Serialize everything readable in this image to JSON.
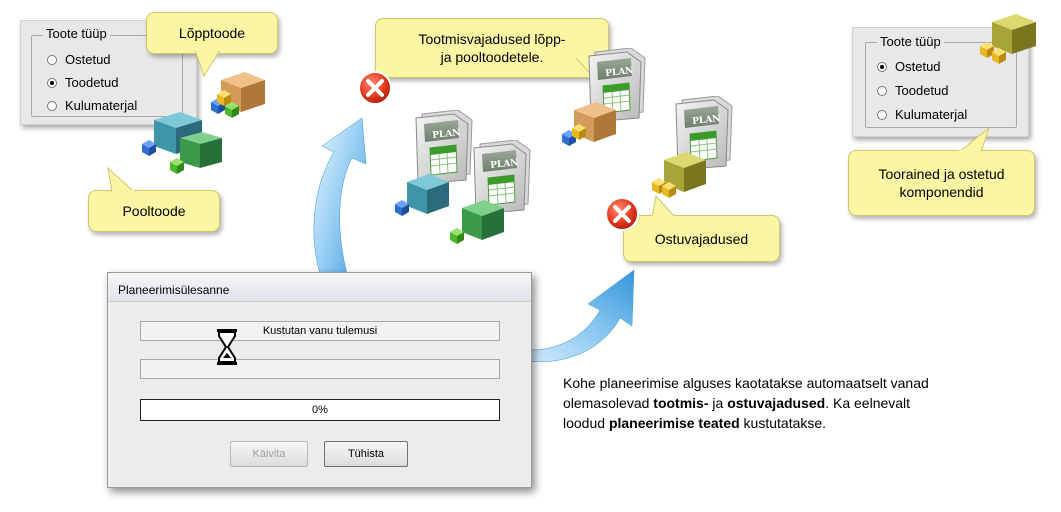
{
  "left_group": {
    "title": "Toote tüüp",
    "options": [
      {
        "label": "Ostetud",
        "selected": false
      },
      {
        "label": "Toodetud",
        "selected": true
      },
      {
        "label": "Kulumaterjal",
        "selected": false
      }
    ]
  },
  "right_group": {
    "title": "Toote tüüp",
    "options": [
      {
        "label": "Ostetud",
        "selected": true
      },
      {
        "label": "Toodetud",
        "selected": false
      },
      {
        "label": "Kulumaterjal",
        "selected": false
      }
    ]
  },
  "callouts": {
    "final_product": "Lõpptoode",
    "semi_product": "Pooltoode",
    "production_needs_line1": "Tootmisvajadused lõpp-",
    "production_needs_line2": "ja pooltoodetele.",
    "purchase_needs": "Ostuvajadused",
    "raw_materials_line1": "Toorained ja ostetud",
    "raw_materials_line2": "komponendid"
  },
  "plan_label": "PLAN",
  "dialog": {
    "title": "Planeerimisülesanne",
    "status_text": "Kustutan vanu tulemusi",
    "progress_text": "0%",
    "progress": 0,
    "start_button": "Käivita",
    "cancel_button": "Tühista"
  },
  "description": {
    "line1": "Kohe planeerimise alguses kaotatakse automaatselt vanad",
    "line2_a": "olemasolevad ",
    "line2_b": "tootmis-",
    "line2_c": " ja ",
    "line2_d": "ostuvajadused",
    "line2_e": ". Ka eelnevalt",
    "line3_a": "loodud ",
    "line3_b": "planeerimise teated",
    "line3_c": " kustutatakse."
  },
  "colors": {
    "callout_bg": "#fbf6a3",
    "arrow_blue": "#3aa0e0",
    "error_red": "#d93020",
    "box_teal": "#3f95a8",
    "box_green": "#3a9a4a",
    "box_tan": "#d49a5a",
    "box_olive": "#a8a43a",
    "cube_blue": "#2f6fd0",
    "cube_green": "#4cb82a",
    "cube_yellow": "#e8b820"
  },
  "icons": [
    "radio-icon",
    "cube-box-icon",
    "plan-document-icon",
    "error-icon",
    "hourglass-icon",
    "curved-arrow-icon"
  ]
}
